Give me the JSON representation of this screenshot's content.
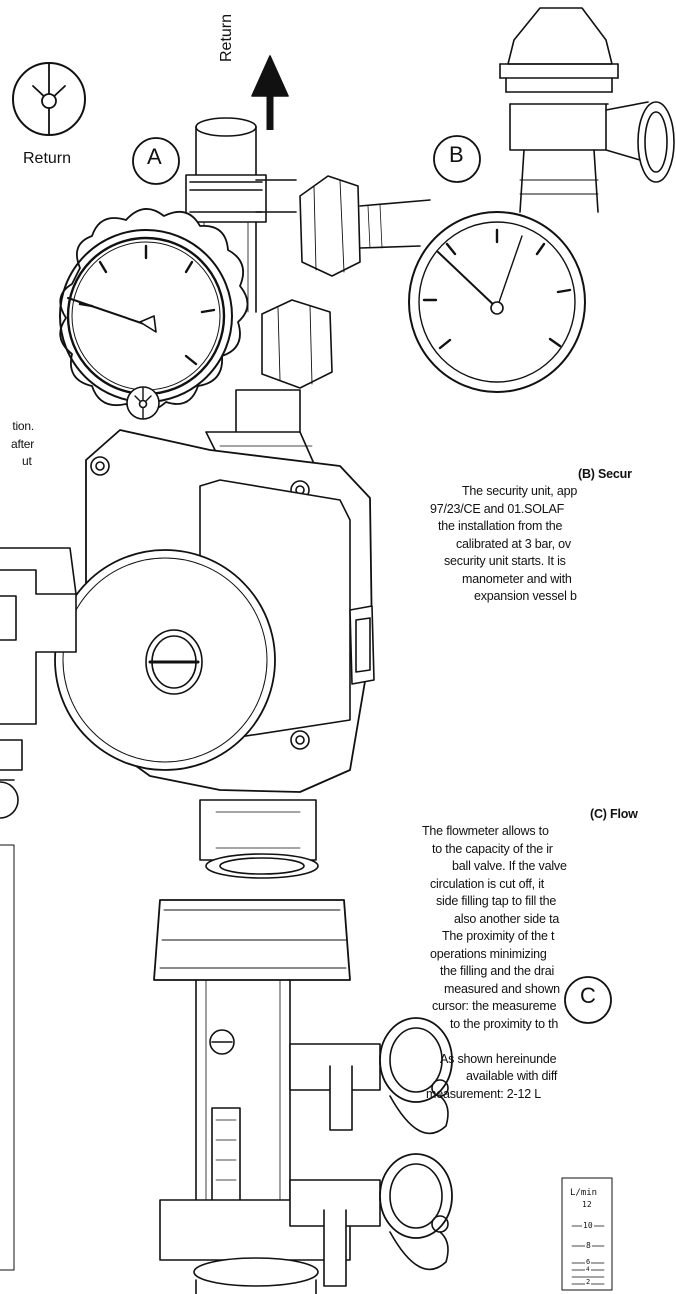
{
  "return_symbol_label": "Return",
  "arrow_label": "Return",
  "labels": {
    "a": "A",
    "b": "B",
    "c": "C"
  },
  "left_partial_text": [
    "tion.",
    "after",
    "ut"
  ],
  "section_b": {
    "heading": "(B) Secur",
    "lines": [
      "The security unit, app",
      "97/23/CE and 01.SOLAF",
      "the installation from the",
      "calibrated at 3 bar, ov",
      "security unit starts. It is",
      "manometer  and with",
      "expansion vessel b"
    ]
  },
  "section_c": {
    "heading": "(C) Flow",
    "lines": [
      "The flowmeter allows to",
      "to the capacity of the ir",
      "ball valve. If the valve",
      "circulation is cut off, it",
      "side filling tap to fill the",
      "also another side ta",
      "The proximity of the t",
      "operations minimizing",
      "the filling and the drai",
      "measured and shown",
      "cursor: the measureme",
      "to the proximity to th",
      "",
      "As shown hereinunde",
      "available with diff",
      "measurement: 2-12 L"
    ]
  },
  "scale_inset": {
    "unit": "L/min",
    "ticks": [
      "12",
      "10",
      "8",
      "6",
      "4",
      "2"
    ]
  }
}
